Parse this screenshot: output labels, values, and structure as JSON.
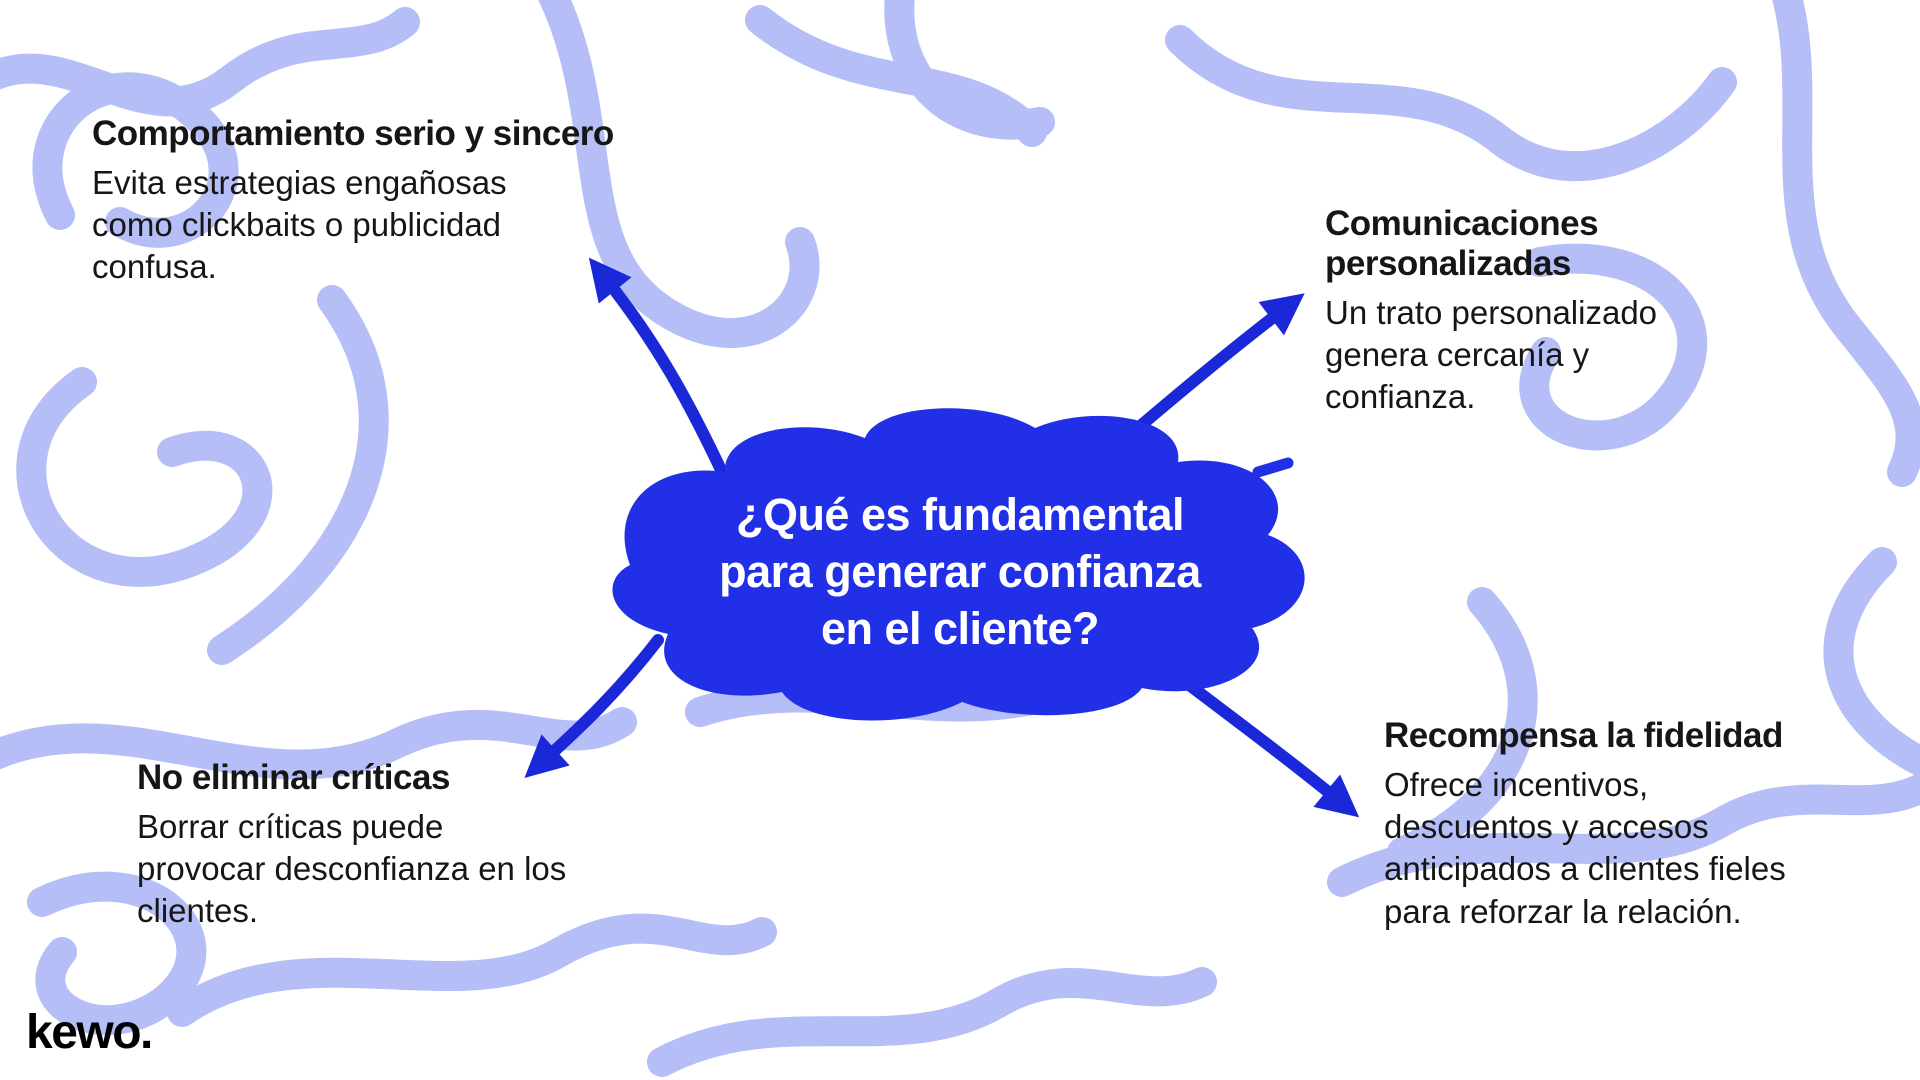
{
  "center": {
    "lines": [
      "¿Qué es fundamental",
      "para generar confianza",
      "en el cliente?"
    ]
  },
  "topics": [
    {
      "position": "top-left",
      "title": "Comportamiento serio y sincero",
      "lines": [
        "Evita estrategias engañosas",
        "como clickbaits o publicidad",
        "confusa."
      ]
    },
    {
      "position": "top-right",
      "title": "Comunicaciones personalizadas",
      "lines": [
        "Un trato personalizado",
        "genera cercanía y",
        "confianza."
      ]
    },
    {
      "position": "bottom-left",
      "title": "No eliminar críticas",
      "lines": [
        "Borrar críticas puede",
        "provocar desconfianza en los",
        "clientes."
      ]
    },
    {
      "position": "bottom-right",
      "title": "Recompensa la fidelidad",
      "lines": [
        "Ofrece incentivos,",
        "descuentos y accesos",
        "anticipados a clientes fieles",
        "para reforzar la relación."
      ]
    }
  ],
  "logo": {
    "text": "kewo."
  },
  "colors": {
    "blob_blue": "#2130e6",
    "arrow_blue": "#1a28d8",
    "squiggle_lavender": "#b5bef6",
    "text_black": "#161616",
    "center_text_white": "#ffffff",
    "background": "#ffffff"
  }
}
